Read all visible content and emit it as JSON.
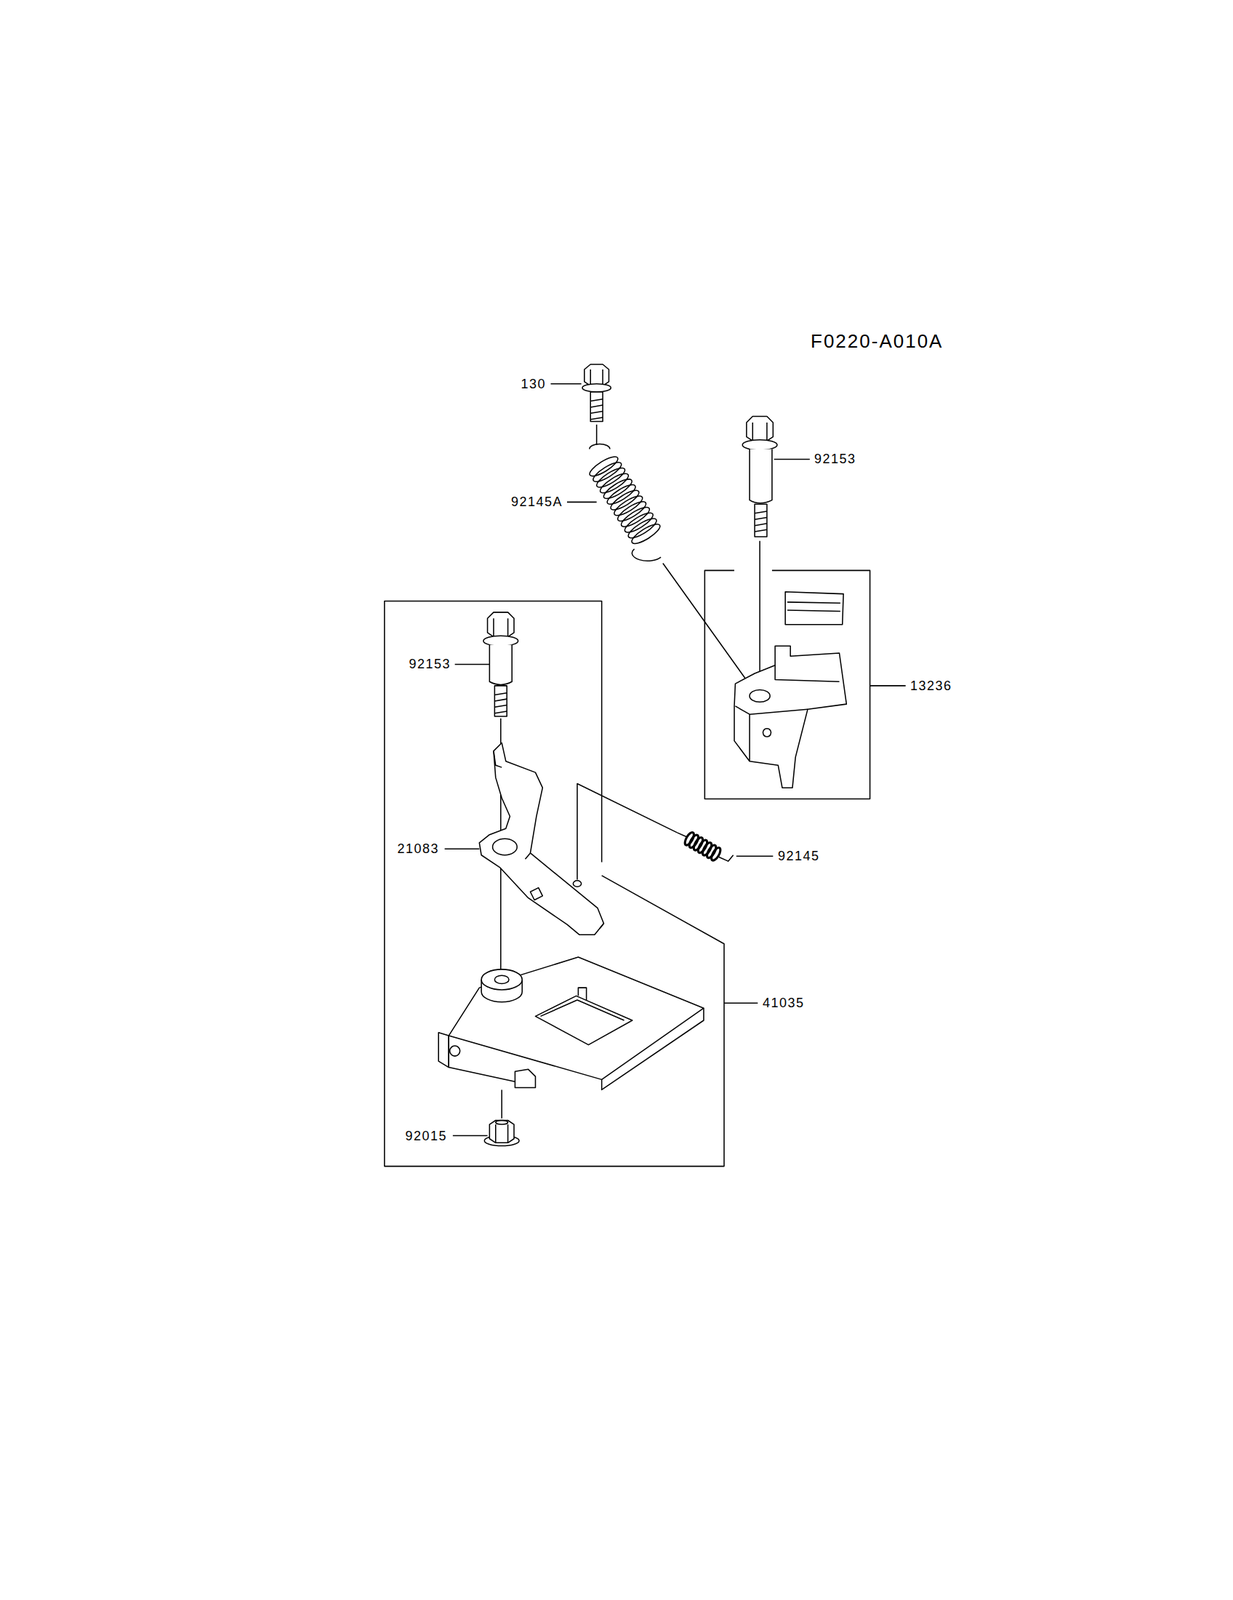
{
  "diagram": {
    "labels": [
      "F0220-A010A",
      "130",
      "92153",
      "92145A",
      "13236",
      "92153",
      "21083",
      "92145",
      "41035",
      "92015"
    ]
  }
}
